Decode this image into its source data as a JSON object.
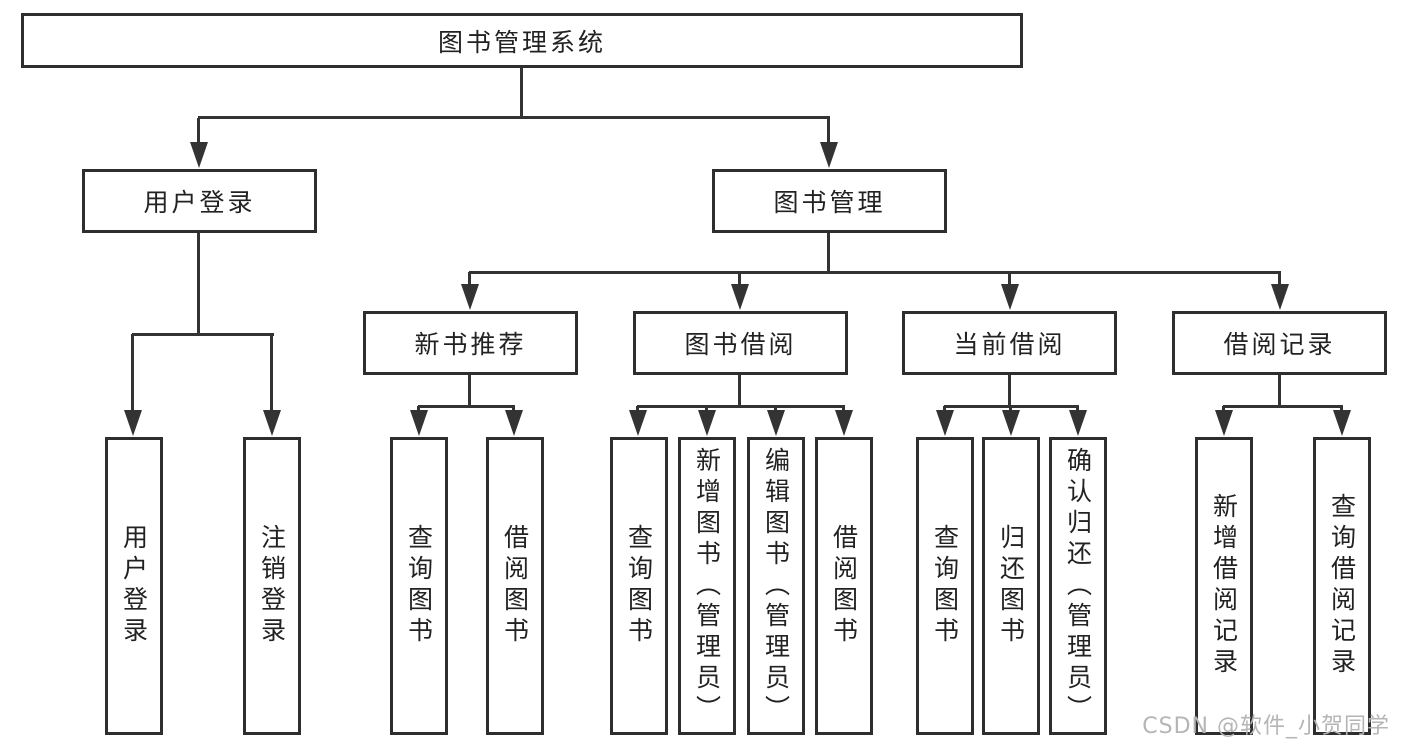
{
  "tree": {
    "label": "图书管理系统",
    "children": [
      {
        "label": "用户登录",
        "children": [
          {
            "label": "用户登录"
          },
          {
            "label": "注销登录"
          }
        ]
      },
      {
        "label": "图书管理",
        "children": [
          {
            "label": "新书推荐",
            "children": [
              {
                "label": "查询图书"
              },
              {
                "label": "借阅图书"
              }
            ]
          },
          {
            "label": "图书借阅",
            "children": [
              {
                "label": "查询图书"
              },
              {
                "label": "新增图书（管理员）"
              },
              {
                "label": "编辑图书（管理员）"
              },
              {
                "label": "借阅图书"
              }
            ]
          },
          {
            "label": "当前借阅",
            "children": [
              {
                "label": "查询图书"
              },
              {
                "label": "归还图书"
              },
              {
                "label": "确认归还（管理员）"
              }
            ]
          },
          {
            "label": "借阅记录",
            "children": [
              {
                "label": "新增借阅记录"
              },
              {
                "label": "查询借阅记录"
              }
            ]
          }
        ]
      }
    ]
  },
  "watermark": "CSDN @软件_小贺同学",
  "colors": {
    "line": "#333333",
    "border": "#2e2e2e",
    "text": "#222222",
    "watermark": "#b5b5b5",
    "background": "#ffffff"
  }
}
